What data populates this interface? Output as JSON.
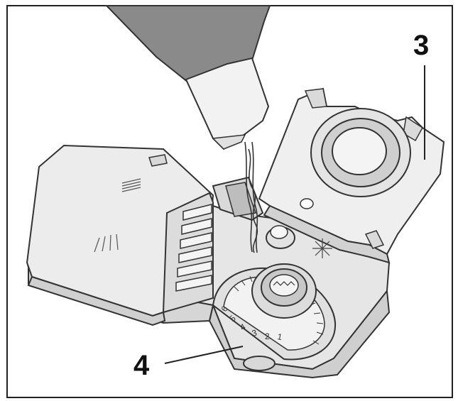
{
  "callouts": {
    "lid_label": "3",
    "dial_label": "4"
  },
  "dial": {
    "scale_numbers": [
      "6",
      "5",
      "4",
      "3",
      "2",
      "1"
    ]
  },
  "colors": {
    "outline": "#3a3a3a",
    "part_fill": "#e9e9e9",
    "shade": "#cfcfcf",
    "bottle": "#8a8a8a",
    "bottle_neck": "#f2f2f2",
    "text": "#111111"
  }
}
